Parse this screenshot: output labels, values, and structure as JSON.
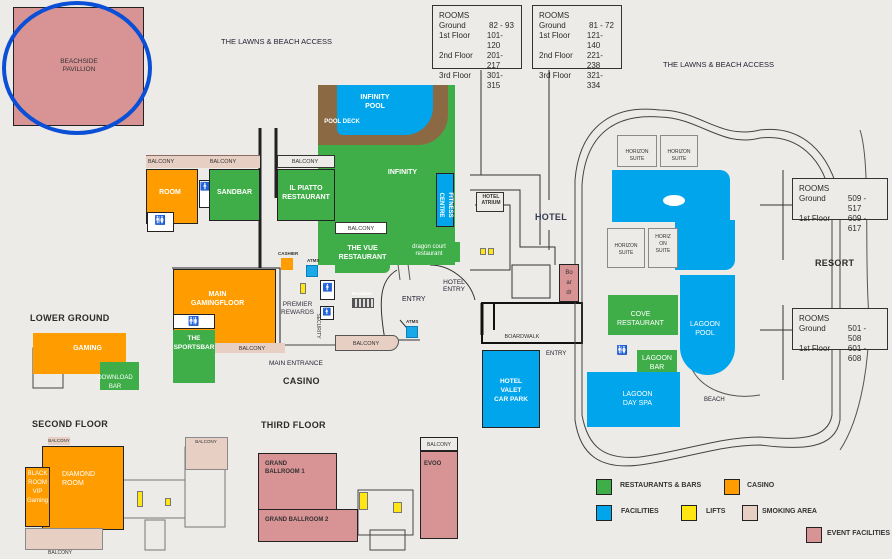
{
  "map": {
    "title_areas": {
      "lawns_left": "THE LAWNS & BEACH ACCESS",
      "lawns_right": "THE LAWNS & BEACH ACCESS",
      "hotel": "HOTEL",
      "resort": "RESORT",
      "casino": "CASINO",
      "main_entrance": "MAIN ENTRANCE"
    },
    "highlight": {
      "target": "BEACHSIDE PAVILLION",
      "color": "#0a4fd6"
    },
    "venues": {
      "beachside_pavillion": "BEACHSIDE\nPAVILLION",
      "infinity_pool": "INFINITY\nPOOL",
      "pool_deck": "POOL DECK",
      "infinity": "INFINITY",
      "fitness_centre": "FITNESS\nCENTRE",
      "hotel_atrium": "HOTEL\nATRIUM",
      "room": "ROOM",
      "sandbar": "SANDBAR",
      "il_piatto": "IL PIATTO\nRESTAURANT",
      "the_vue": "THE VUE\nRESTAURANT",
      "dragon_court": "dragon court\nrestaurant",
      "main_gaming_floor": "MAIN\nGAMINGFLOOR",
      "the_sportsbar": "THE\nSPORTSBAR",
      "premier_rewards": "PREMIER\nREWARDS",
      "security": "SECURITY",
      "escalator": "Escalator",
      "cashier": "CASHIER",
      "atm": "ATMS",
      "entry": "ENTRY",
      "hotel_entry": "HOTEL\nENTRY",
      "boardwalk": "BOARDWALK",
      "boardroom": "Bo\nar\ndr",
      "hotel_valet": "HOTEL\nVALET\nCAR PARK",
      "horizon_suite": "HORIZON\nSUITE",
      "horizon_suite_split": "HORIZ\nON\nSUITE",
      "cove_restaurant": "COVE\nRESTAURANT",
      "lagoon_pool": "LAGOON\nPOOL",
      "lagoon_bar": "LAGOON\nBAR",
      "lagoon_day_spa": "LAGOON\nDAY SPA",
      "beach": "BEACH",
      "balcony": "BALCONY"
    },
    "room_tables": [
      {
        "title": "ROOMS",
        "rows": [
          {
            "floor": "Ground",
            "range": "82 - 93"
          },
          {
            "floor": "1st Floor",
            "range": "101-120"
          },
          {
            "floor": "2nd Floor",
            "range": "201-217"
          },
          {
            "floor": "3rd Floor",
            "range": "301-315"
          }
        ]
      },
      {
        "title": "ROOMS",
        "rows": [
          {
            "floor": "Ground",
            "range": "81 - 72"
          },
          {
            "floor": "1st Floor",
            "range": "121-140"
          },
          {
            "floor": "2nd Floor",
            "range": "221-238"
          },
          {
            "floor": "3rd Floor",
            "range": "321-334"
          }
        ]
      },
      {
        "title": "ROOMS",
        "rows": [
          {
            "floor": "Ground",
            "range": "509 - 517"
          },
          {
            "floor": "1st Floor",
            "range": "609 - 617"
          }
        ]
      },
      {
        "title": "ROOMS",
        "rows": [
          {
            "floor": "Ground",
            "range": "501 - 508"
          },
          {
            "floor": "1st Floor",
            "range": "601 - 608"
          }
        ]
      }
    ],
    "lower_ground": {
      "heading": "LOWER GROUND",
      "gaming": "GAMING",
      "download_bar": "DOWNLOAD\nBAR"
    },
    "second_floor": {
      "heading": "SECOND FLOOR",
      "black_room": "BLACK\nROOM\nVIP\nGaming",
      "diamond_room": "DIAMOND\nROOM",
      "balcony": "BALCONY"
    },
    "third_floor": {
      "heading": "THIRD FLOOR",
      "ballroom1": "GRAND\nBALLROOM 1",
      "ballroom2": "GRAND BALLROOM 2",
      "evoo": "EVOO",
      "balcony": "BALCONY"
    },
    "legend": [
      {
        "label": "RESTAURANTS & BARS",
        "color": "#3fae49"
      },
      {
        "label": "CASINO",
        "color": "#ff9c00"
      },
      {
        "label": "FACILITIES",
        "color": "#00a5ec"
      },
      {
        "label": "LIFTS",
        "color": "#ffe512"
      },
      {
        "label": "SMOKING AREA",
        "color": "#e8cfc3"
      },
      {
        "label": "EVENT FACILITIES",
        "color": "#d89394"
      }
    ]
  }
}
